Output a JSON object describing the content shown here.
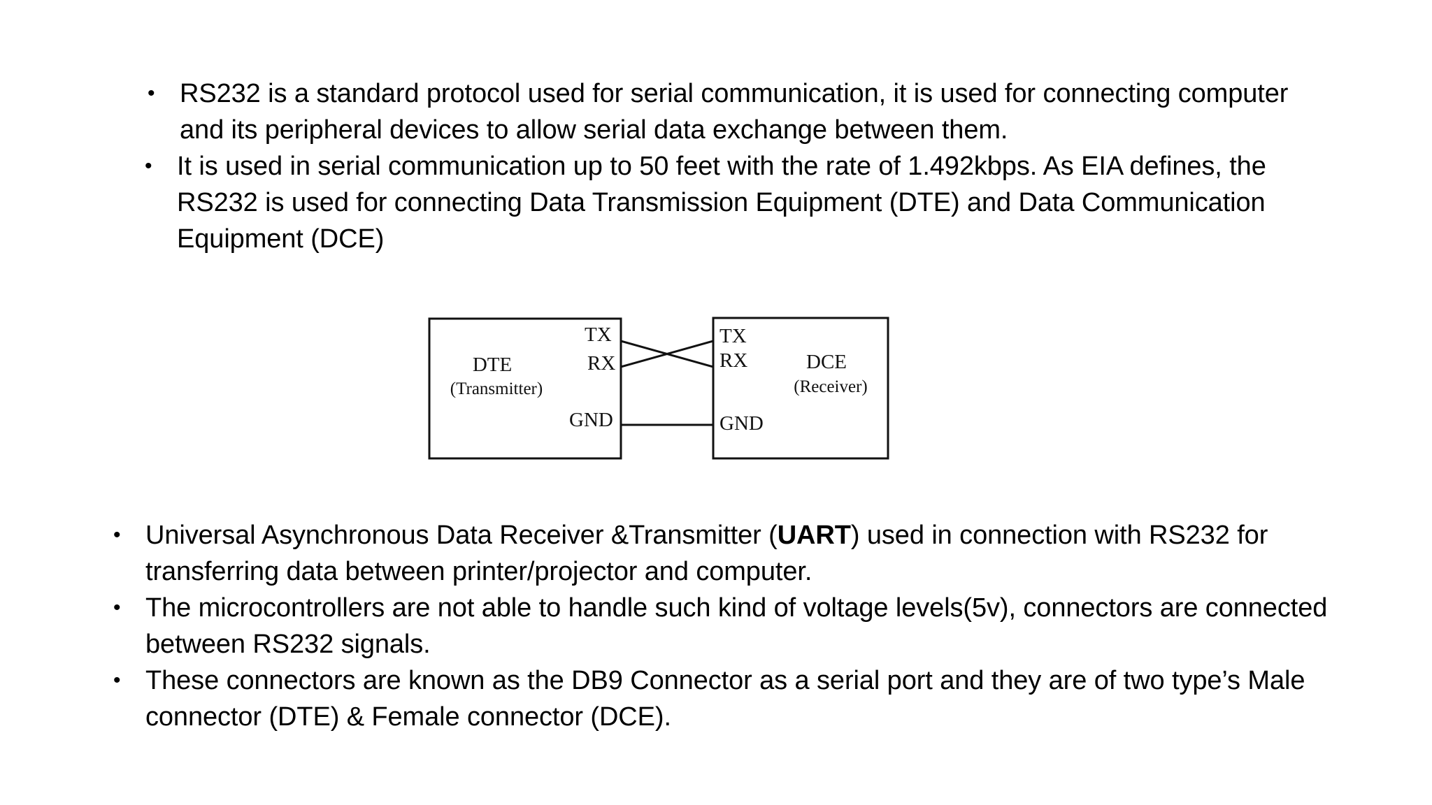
{
  "top_bullets": [
    "RS232 is a standard protocol used for serial communication, it is used for connecting computer and its peripheral devices to allow serial data exchange between them.",
    "It is used in serial communication up to 50 feet with the rate of 1.492kbps. As EIA defines, the RS232 is used for connecting Data Transmission Equipment (DTE) and Data Communication Equipment (DCE)"
  ],
  "diagram": {
    "dte": {
      "title": "DTE",
      "subtitle": "(Transmitter)",
      "tx": "TX",
      "rx": "RX",
      "gnd": "GND"
    },
    "dce": {
      "title": "DCE",
      "subtitle": "(Receiver)",
      "tx": "TX",
      "rx": "RX",
      "gnd": "GND"
    }
  },
  "bottom_bullets": [
    {
      "before": "Universal Asynchronous Data Receiver &Transmitter (",
      "bold": "UART",
      "after": ") used in connection with RS232 for transferring data between printer/projector and computer."
    },
    {
      "text": "The microcontrollers are not able to handle such kind of voltage levels(5v), connectors are connected between RS232 signals."
    },
    {
      "text": "These connectors are known as the DB9 Connector as a serial port and they are of two type’s Male connector (DTE) & Female connector (DCE)."
    }
  ],
  "bullet_glyph": "•"
}
